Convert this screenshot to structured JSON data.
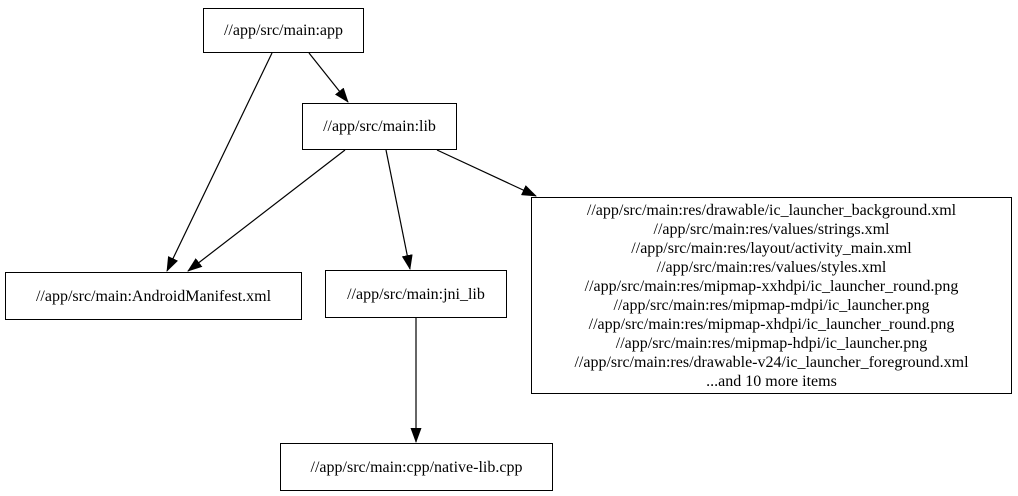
{
  "graph": {
    "type": "directed-dependency-graph",
    "colors": {
      "background": "#ffffff",
      "node_border": "#000000",
      "edge": "#000000",
      "text": "#000000"
    },
    "nodes": {
      "app": {
        "label": "//app/src/main:app"
      },
      "lib": {
        "label": "//app/src/main:lib"
      },
      "manifest": {
        "label": "//app/src/main:AndroidManifest.xml"
      },
      "jni_lib": {
        "label": "//app/src/main:jni_lib"
      },
      "res": {
        "lines": [
          "//app/src/main:res/drawable/ic_launcher_background.xml",
          "//app/src/main:res/values/strings.xml",
          "//app/src/main:res/layout/activity_main.xml",
          "//app/src/main:res/values/styles.xml",
          "//app/src/main:res/mipmap-xxhdpi/ic_launcher_round.png",
          "//app/src/main:res/mipmap-mdpi/ic_launcher.png",
          "//app/src/main:res/mipmap-xhdpi/ic_launcher_round.png",
          "//app/src/main:res/mipmap-hdpi/ic_launcher.png",
          "//app/src/main:res/drawable-v24/ic_launcher_foreground.xml",
          "...and 10 more items"
        ]
      },
      "native": {
        "label": "//app/src/main:cpp/native-lib.cpp"
      }
    },
    "edges": [
      {
        "from": "app",
        "to": "manifest"
      },
      {
        "from": "app",
        "to": "lib"
      },
      {
        "from": "lib",
        "to": "manifest"
      },
      {
        "from": "lib",
        "to": "jni_lib"
      },
      {
        "from": "lib",
        "to": "res"
      },
      {
        "from": "jni_lib",
        "to": "native"
      }
    ]
  }
}
